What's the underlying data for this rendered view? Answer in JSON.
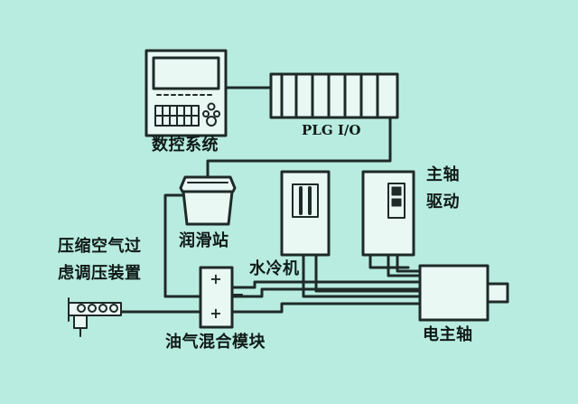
{
  "title": "",
  "palette": {
    "background": "#b9ece0",
    "panel": "#eaf8f4",
    "line": "#1e2a27"
  },
  "labels": {
    "cnc": "数控系统",
    "plc": "PLG I/O",
    "lube": "润滑站",
    "water": "水冷机",
    "spindle_drive_line1": "主轴",
    "spindle_drive_line2": "驱动",
    "electric_spindle": "电主轴",
    "oil_air_module": "油气混合模块",
    "air_line1": "压缩空气过",
    "air_line2": "虑调压装置"
  },
  "symbols": {
    "plus": "+"
  },
  "icons": [
    "cnc-panel-icon",
    "plc-rack-icon",
    "lube-pump-icon",
    "chiller-icon",
    "spindle-driver-icon",
    "electric-spindle-icon",
    "mixing-module-icon",
    "air-regulator-icon"
  ]
}
